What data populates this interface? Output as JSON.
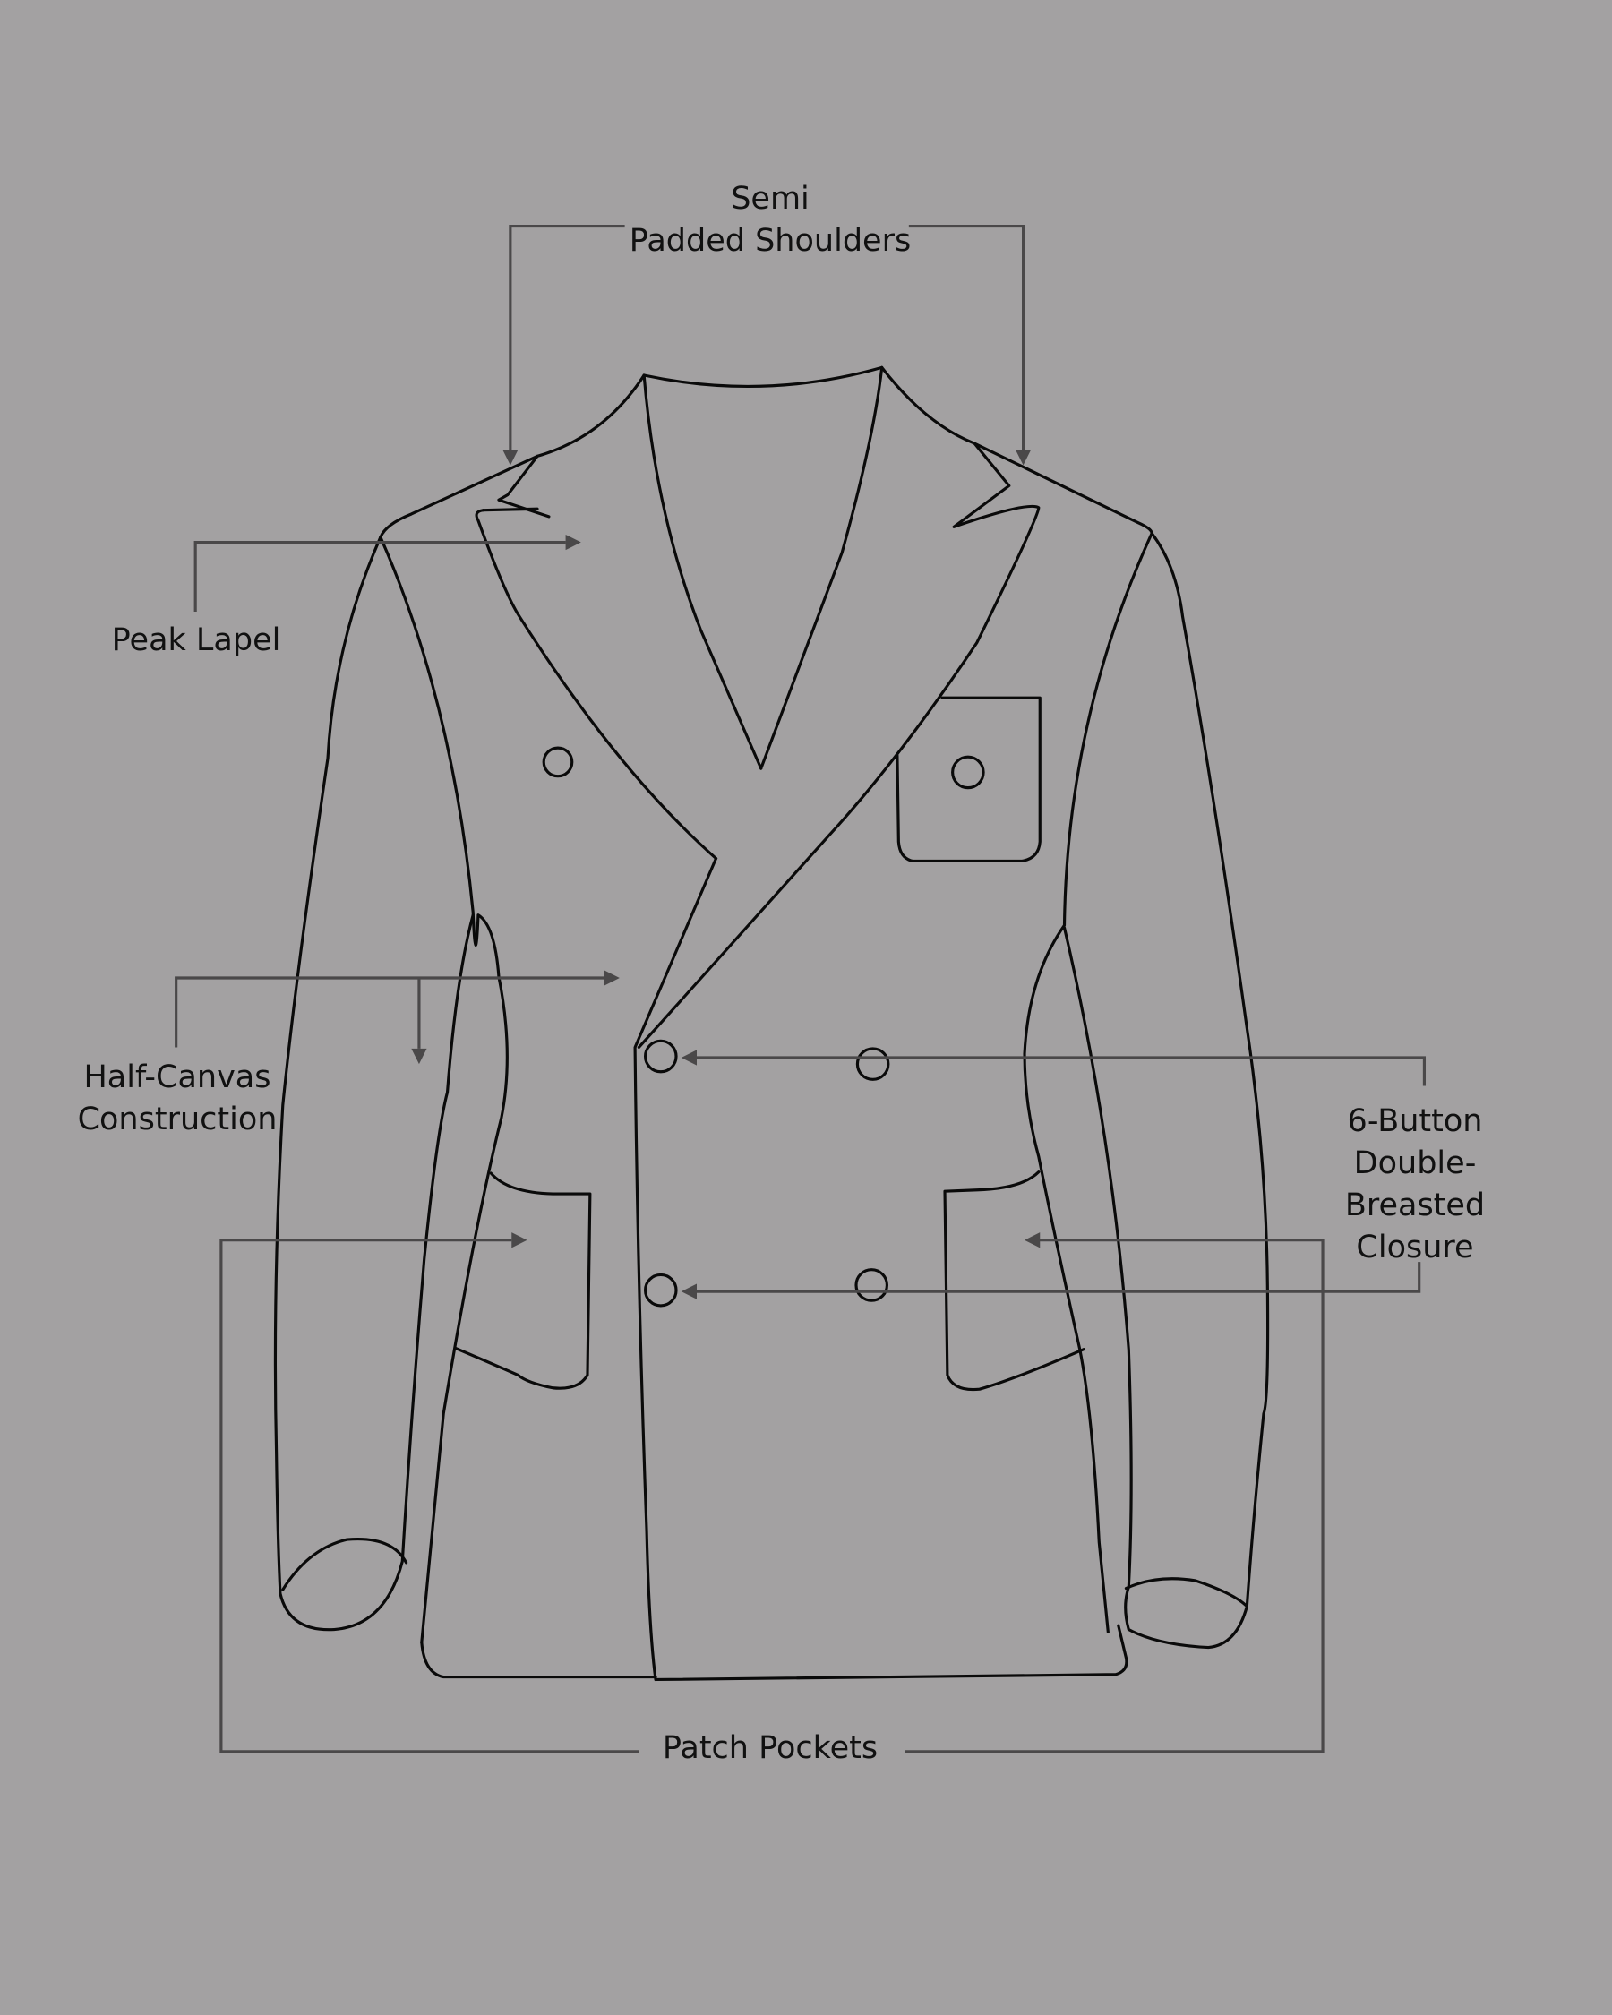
{
  "diagram": {
    "subject": "Double-breasted blazer technical flat sketch",
    "background_color": "#a3a1a2",
    "line_color": "#0a0a0a",
    "leader_color": "#4a4849",
    "labels": [
      {
        "id": "shoulders",
        "text": "Semi\nPadded Shoulders"
      },
      {
        "id": "lapel",
        "text": "Peak Lapel"
      },
      {
        "id": "canvas",
        "text": "Half-Canvas\nConstruction"
      },
      {
        "id": "closure",
        "text": "6-Button\nDouble-Breasted\nClosure"
      },
      {
        "id": "pockets",
        "text": "Patch Pockets"
      }
    ]
  }
}
